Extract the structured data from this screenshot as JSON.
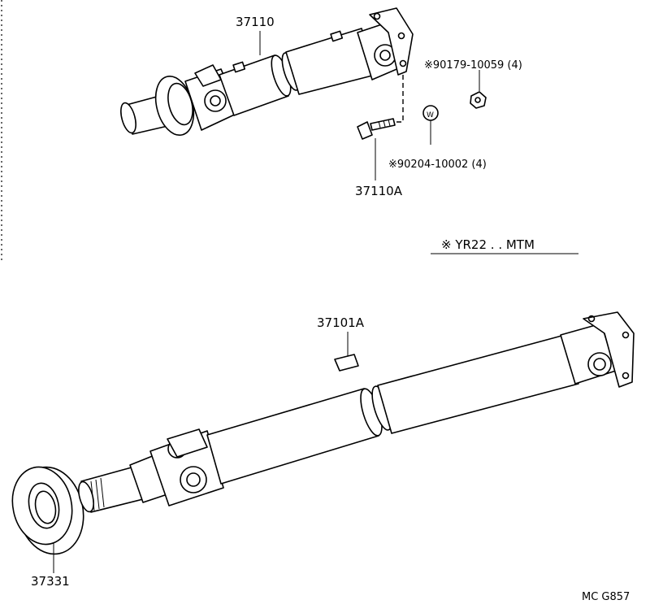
{
  "labels": {
    "upper_shaft": "37110",
    "nut_part": "※90179-10059 (4)",
    "bolt_part": "※90204-10002 (4)",
    "upper_shaft_sub": "37110A",
    "note": "※ YR22 . . MTM",
    "weight": "37101A",
    "bearing": "37331",
    "figure_code": "MC G857",
    "washer_mark": "W"
  },
  "colors": {
    "line": "#000000",
    "background": "#ffffff"
  }
}
